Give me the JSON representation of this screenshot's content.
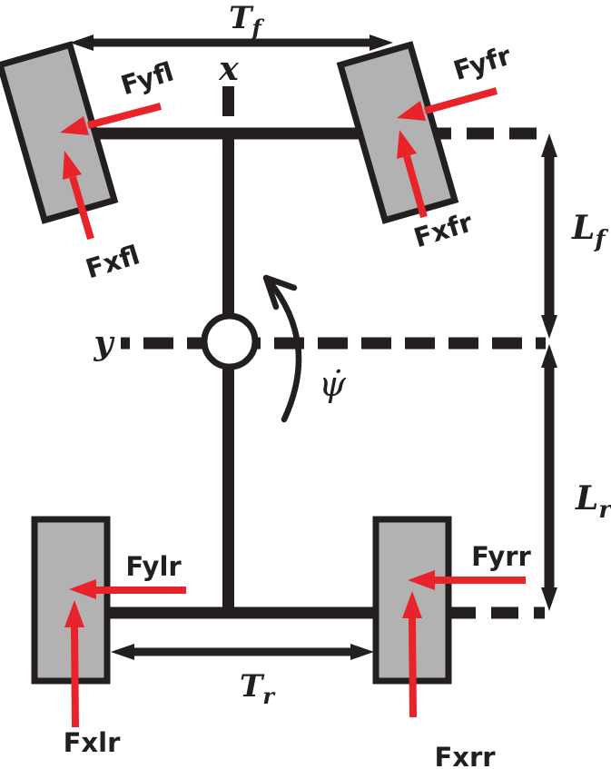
{
  "diagram": {
    "title": "vehicle-planar-dynamics-free-body-diagram",
    "colors": {
      "force_arrow_red": "#e8242a",
      "line_black": "#231f20",
      "wheel_gray": "#b2b2b2",
      "background": "#ffffff"
    },
    "axes": {
      "x_label": "x",
      "y_label": "y",
      "yaw_rate_label": "ψ̇"
    },
    "dimensions": {
      "track_front": {
        "base": "T",
        "sub": "f"
      },
      "track_rear": {
        "base": "T",
        "sub": "r"
      },
      "length_front": {
        "base": "L",
        "sub": "f"
      },
      "length_rear": {
        "base": "L",
        "sub": "r"
      }
    },
    "forces": {
      "front_left": {
        "lateral": "Fyfl",
        "longitudinal": "Fxfl"
      },
      "front_right": {
        "lateral": "Fyfr",
        "longitudinal": "Fxfr"
      },
      "rear_left": {
        "lateral": "Fylr",
        "longitudinal": "Fxlr"
      },
      "rear_right": {
        "lateral": "Fyrr",
        "longitudinal": "Fxrr"
      }
    }
  }
}
